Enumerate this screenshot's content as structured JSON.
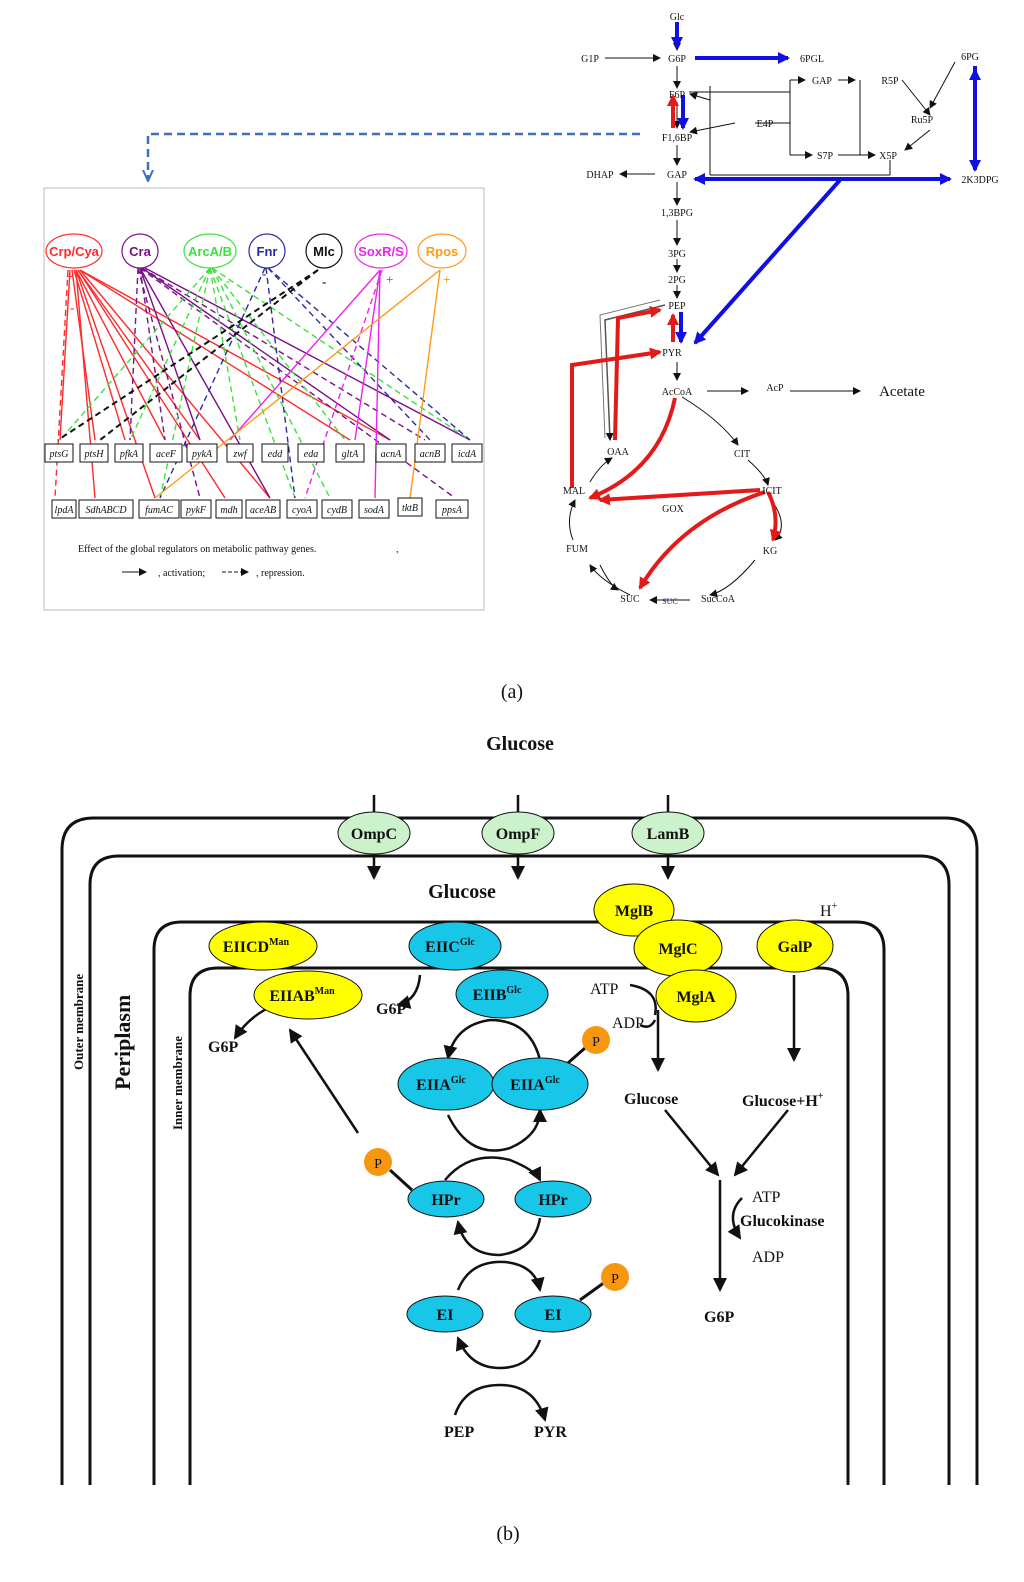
{
  "panel_a": {
    "metabolites": {
      "glc": "Glc",
      "g1p": "G1P",
      "g6p": "G6P",
      "pgl6": "6PGL",
      "pg6": "6PG",
      "f6p": "F6P",
      "gap_ppp": "GAP",
      "r5p": "R5P",
      "ru5p": "Ru5P",
      "e4p": "E4P",
      "s7p": "S7P",
      "x5p": "X5P",
      "f16bp": "F1,6BP",
      "dhap": "DHAP",
      "gap": "GAP",
      "kdpg": "2K3DPG",
      "bpg13": "1,3BPG",
      "pg3": "3PG",
      "pg2": "2PG",
      "pep": "PEP",
      "pyr": "PYR",
      "accoa": "AcCoA",
      "acp": "AcP",
      "acetate": "Acetate",
      "oaa": "OAA",
      "cit": "CIT",
      "mal": "MAL",
      "icit": "ICIT",
      "gox": "GOX",
      "fum": "FUM",
      "kg": "KG",
      "suc": "SUC",
      "suc_blue": "SUC",
      "succoa": "SucCoA"
    },
    "regulators": [
      {
        "name": "Crp/Cya",
        "color": "#ff2a2a"
      },
      {
        "name": "Cra",
        "color": "#7a0f8a"
      },
      {
        "name": "ArcA/B",
        "color": "#3ee03e"
      },
      {
        "name": "Fnr",
        "color": "#2b2b9e"
      },
      {
        "name": "Mlc",
        "color": "#111111"
      },
      {
        "name": "SoxR/S",
        "color": "#ee22ee"
      },
      {
        "name": "Rpos",
        "color": "#ff9a1a"
      }
    ],
    "signs": {
      "crp_plus": "+",
      "crp_minus": "-",
      "cra_minus": "-",
      "arc_minus": "-",
      "fnr_minus": "-",
      "mlc_minus": "-",
      "sox_plus": "+",
      "rpos_plus": "+"
    },
    "genes_row1": [
      "ptsG",
      "ptsH",
      "pfkA",
      "aceF",
      "pykA",
      "zwf",
      "edd",
      "eda",
      "gltA",
      "acnA",
      "acnB",
      "icdA"
    ],
    "genes_row2": [
      "lpdA",
      "SdhABCD",
      "fumAC",
      "pykF",
      "mdh",
      "aceAB",
      "cyoA",
      "cydB",
      "sodA",
      "tktB",
      "ppsA"
    ],
    "caption": "Effect of the global regulators on metabolic pathway genes.",
    "caption_comma": ",",
    "legend_activation": ", activation;",
    "legend_repression": ", repression.",
    "label": "(a)"
  },
  "panel_b": {
    "glucose_top": "Glucose",
    "glucose_periplasm": "Glucose",
    "outer_membrane": "Outer membrane",
    "periplasm": "Periplasm",
    "inner_membrane": "Inner membrane",
    "porins": [
      "OmpC",
      "OmpF",
      "LamB"
    ],
    "proteins": {
      "eiicd_man": "EIICD",
      "eiicd_sup": "Man",
      "eiiab_man": "EIIAB",
      "eiiab_sup": "Man",
      "eiic_glc": "EIIC",
      "eiic_sup": "Glc",
      "eiib_glc": "EIIB",
      "eiib_sup": "Glc",
      "eiia_glc1": "EIIA",
      "eiia1_sup": "Glc",
      "eiia_glc2": "EIIA",
      "eiia2_sup": "Glc",
      "hpr1": "HPr",
      "hpr2": "HPr",
      "ei1": "EI",
      "ei2": "EI",
      "mglb": "MglB",
      "mglc": "MglC",
      "mgla": "MglA",
      "galp": "GalP"
    },
    "phospho": "P",
    "texts": {
      "g6p_left": "G6P",
      "g6p_mid": "G6P",
      "g6p_bottom": "G6P",
      "atp1": "ATP",
      "adp1": "ADP",
      "glucose_cyt": "Glucose",
      "glucose_h": "Glucose+H",
      "h_sup": "+",
      "h_plus": "H",
      "h_plus_sup": "+",
      "atp2": "ATP",
      "glucokinase": "Glucokinase",
      "adp2": "ADP",
      "pep": "PEP",
      "pyr": "PYR"
    },
    "colors": {
      "porin": "#ccf2cc",
      "pts": "#18c6e8",
      "mgl": "#ffff00",
      "phospho": "#f7960f"
    },
    "label": "(b)"
  }
}
